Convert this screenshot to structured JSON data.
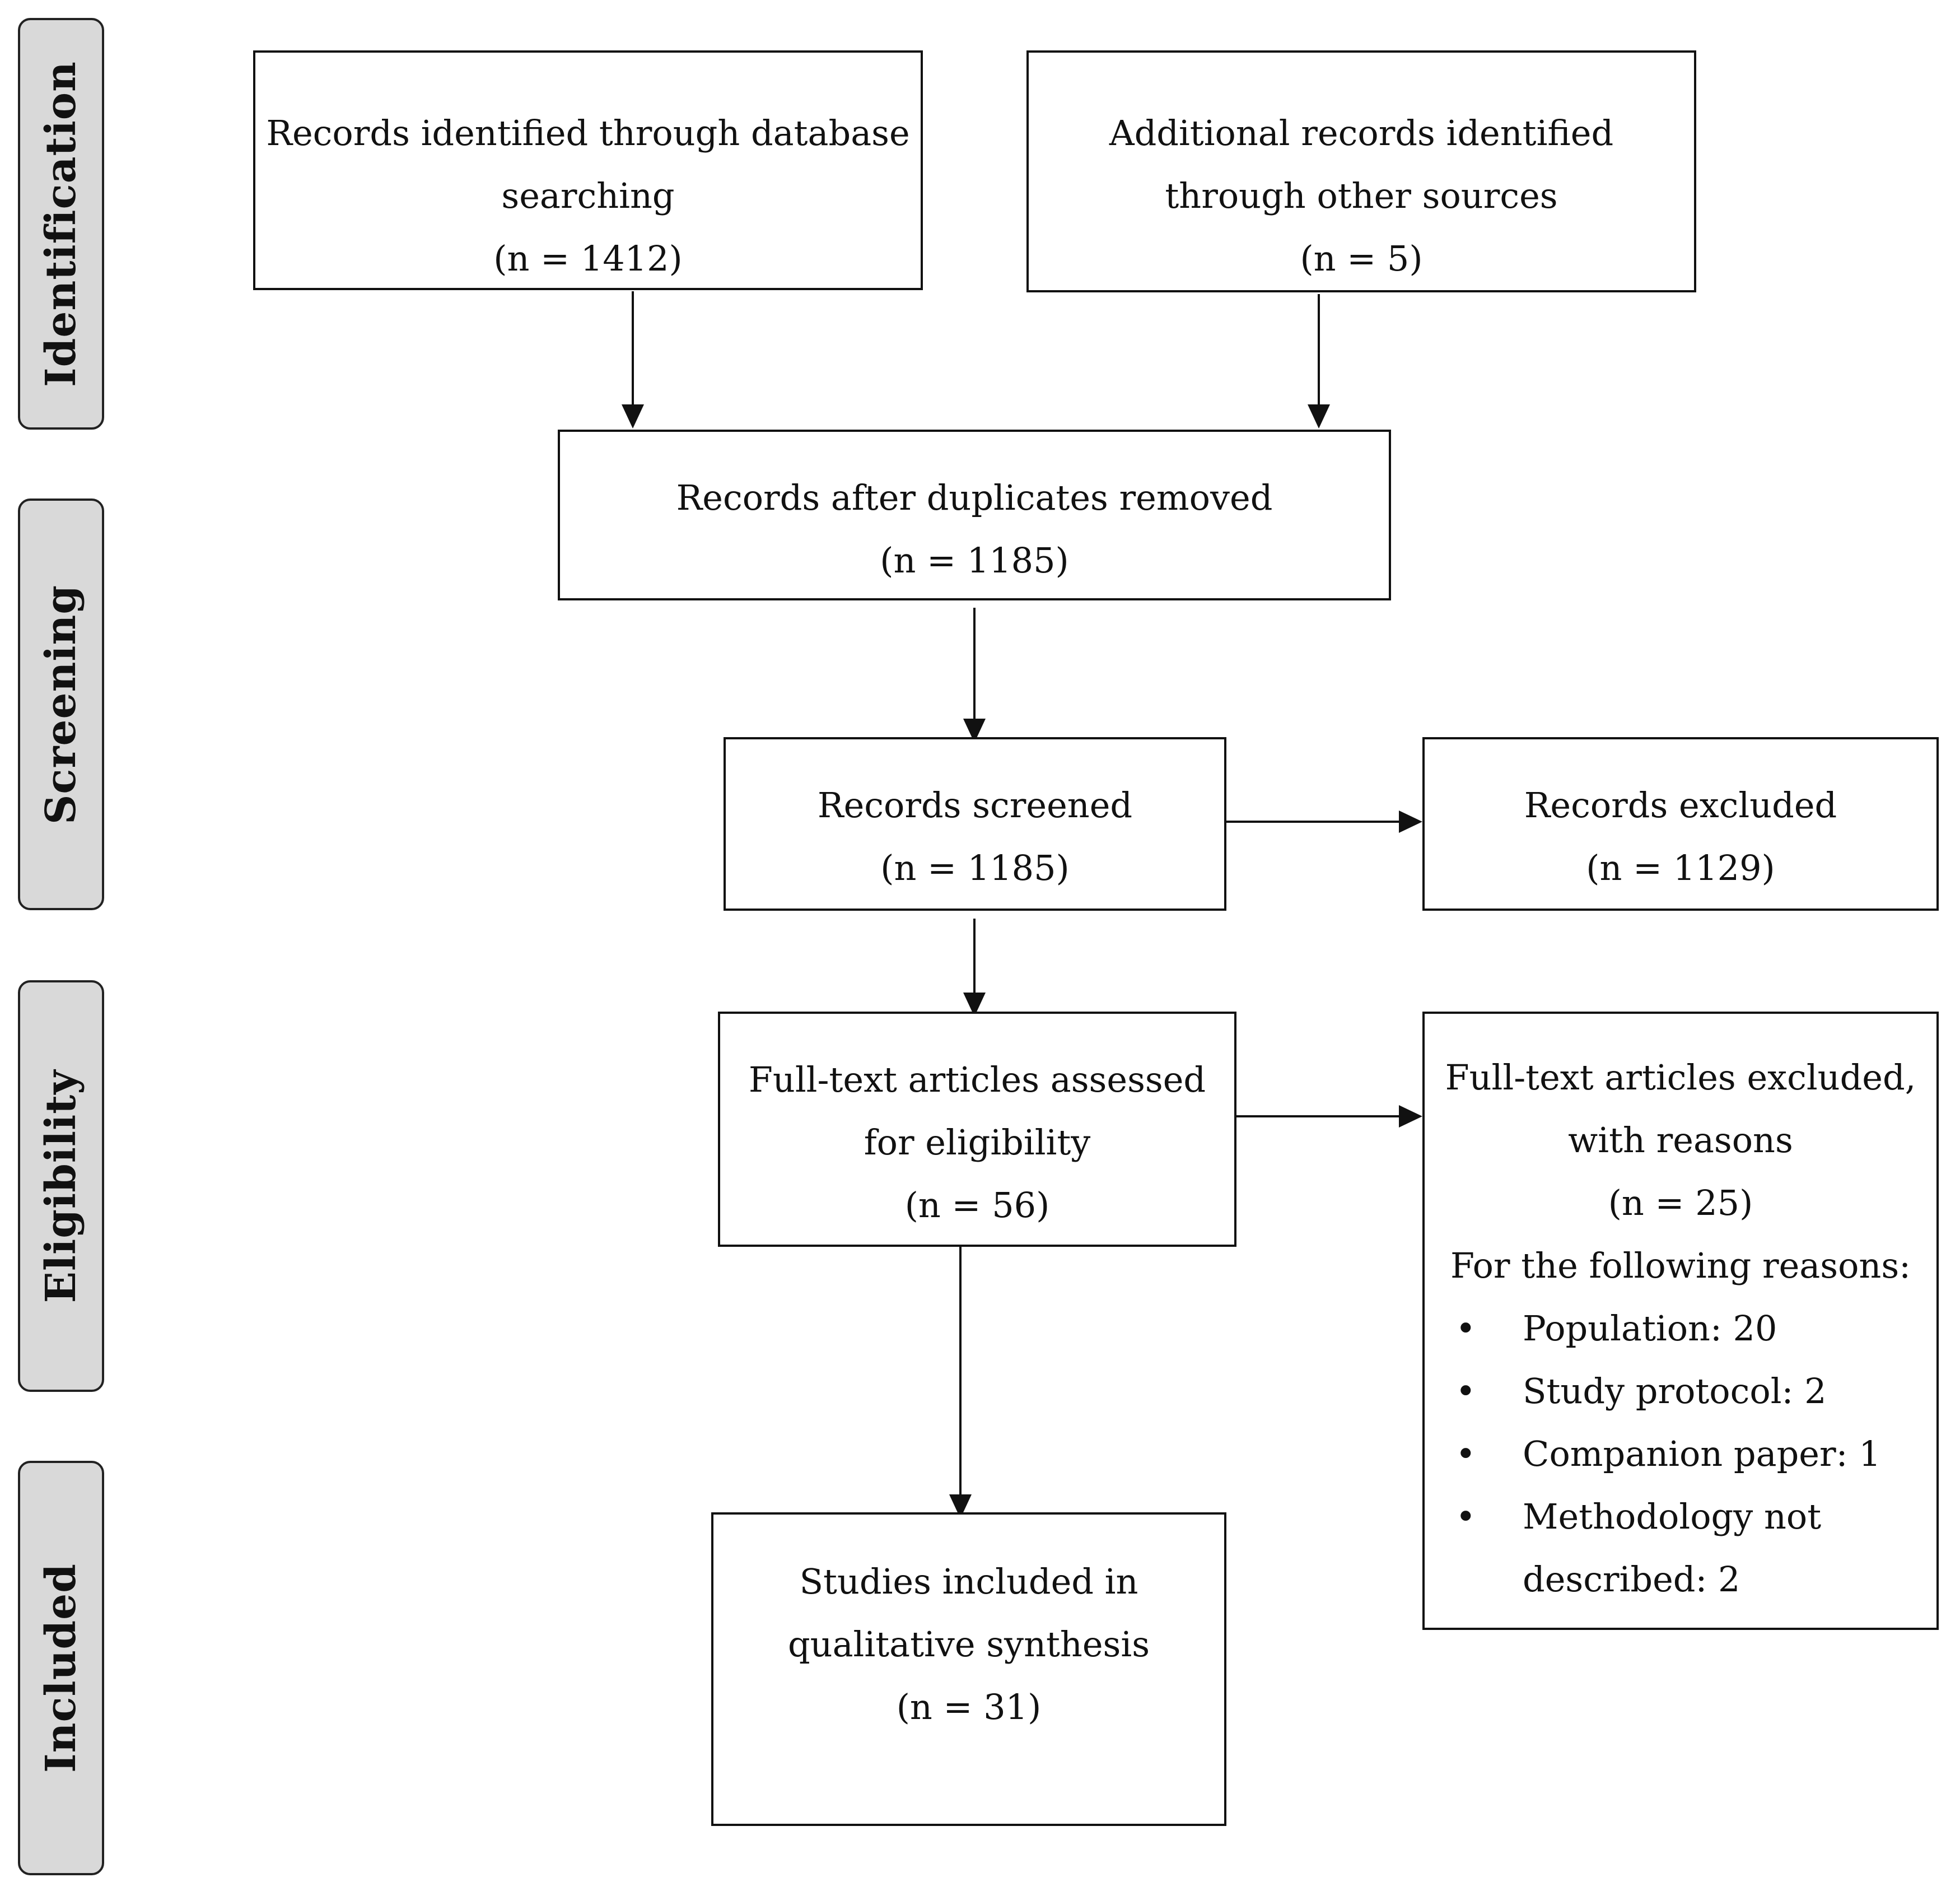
{
  "phases": {
    "identification": "Identification",
    "screening": "Screening",
    "eligibility": "Eligibility",
    "included": "Included"
  },
  "boxes": {
    "database": {
      "line1": "Records identified through database",
      "line2": "searching",
      "count": "(n = 1412)"
    },
    "other_sources": {
      "line1": "Additional records identified",
      "line2": "through other sources",
      "count": "(n = 5)"
    },
    "duplicates_removed": {
      "line1": "Records after duplicates removed",
      "count": "(n = 1185)"
    },
    "screened": {
      "line1": "Records screened",
      "count": "(n = 1185)"
    },
    "excluded": {
      "line1": "Records excluded",
      "count": "(n = 1129)"
    },
    "fulltext_assessed": {
      "line1": "Full-text articles assessed",
      "line2": "for eligibility",
      "count": "(n = 56)"
    },
    "fulltext_excluded": {
      "line1": "Full-text articles excluded,",
      "line2": "with reasons",
      "count": "(n = 25)",
      "reasons_heading": "For the following reasons:",
      "reasons": [
        {
          "text": "Population: 20"
        },
        {
          "text": "Study protocol: 2"
        },
        {
          "text": "Companion paper: 1"
        },
        {
          "text": "Methodology not",
          "text2": "described: 2"
        }
      ]
    },
    "included": {
      "line1": "Studies included in",
      "line2": "qualitative synthesis",
      "count": "(n = 31)"
    }
  }
}
